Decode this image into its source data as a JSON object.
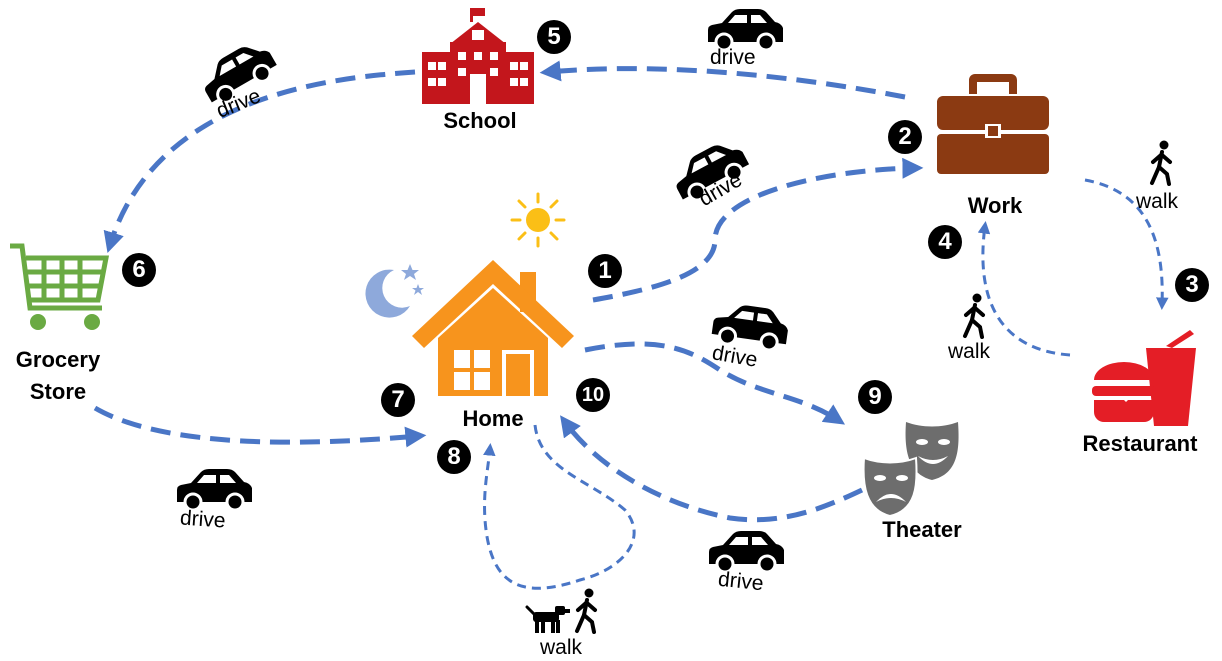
{
  "colors": {
    "path": "#4a76c6",
    "school": "#c3161c",
    "work": "#8b3a12",
    "grocery": "#6aaa43",
    "home": "#f7941d",
    "restaurant": "#e41e26",
    "theater": "#6d6d6d",
    "sun": "#fbbf16",
    "moon": "#8ea9db",
    "car": "#000000",
    "step_badge": "#000000"
  },
  "places": {
    "school": "School",
    "work": "Work",
    "grocery": "Grocery\nStore",
    "home": "Home",
    "restaurant": "Restaurant",
    "theater": "Theater"
  },
  "steps": [
    "1",
    "2",
    "3",
    "4",
    "5",
    "6",
    "7",
    "8",
    "9",
    "10"
  ],
  "modes": {
    "drive": "drive",
    "walk": "walk"
  },
  "icons": {
    "school": "school-building-icon",
    "work": "briefcase-icon",
    "grocery": "shopping-cart-icon",
    "home": "house-icon",
    "restaurant": "fast-food-icon",
    "theater": "theater-masks-icon",
    "sun": "sun-icon",
    "moon": "moon-stars-icon",
    "car": "car-icon",
    "walker": "walking-person-icon",
    "dog": "dog-icon"
  }
}
